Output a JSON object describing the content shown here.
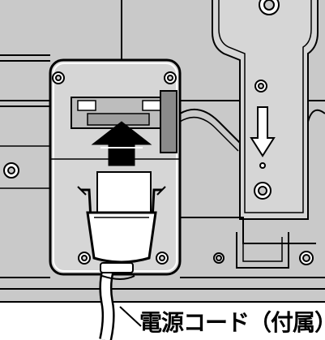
{
  "labels": {
    "power_cord": "電源コード（付属）"
  },
  "colors": {
    "panel_fill": "#c9c9c9",
    "panel_fill_light": "#d6d6d6",
    "outline": "#000000",
    "inset_fill": "#ffffff"
  },
  "icons": {
    "insert_direction": "up-arrow",
    "panel_direction": "down-arrow"
  }
}
